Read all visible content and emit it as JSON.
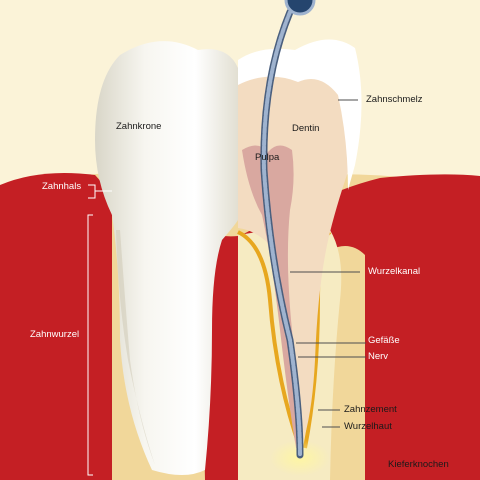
{
  "labels": {
    "zahnkrone": "Zahnkrone",
    "zahnhals": "Zahnhals",
    "zahnwurzel": "Zahnwurzel",
    "zahnschmelz": "Zahnschmelz",
    "dentin": "Dentin",
    "pulpa": "Pulpa",
    "wurzelkanal": "Wurzelkanal",
    "gefaesse": "Gefäße",
    "nerv": "Nerv",
    "zahnzement": "Zahnzement",
    "wurzelhaut": "Wurzelhaut",
    "kieferknochen": "Kieferknochen"
  },
  "colors": {
    "gum": "#c41f24",
    "bone": "#f1d79a",
    "background": "#fbf3d8",
    "enamel": "#ffffff",
    "dentin": "#f3dcc1",
    "pulp": "#d9a8a0",
    "root_canal_line": "#e7a71f",
    "instrument": "#9fb3cf"
  }
}
